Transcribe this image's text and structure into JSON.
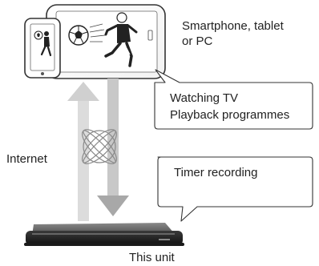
{
  "devices_label": {
    "line1": "Smartphone, tablet",
    "line2": "or PC"
  },
  "bubble_watch": {
    "line1": "Watching TV",
    "line2": "Playback programmes"
  },
  "bubble_timer": {
    "text": "Timer recording"
  },
  "internet_label": "Internet",
  "unit_label": "This unit",
  "colors": {
    "arrow_fill": "#d8d8d8",
    "arrow_dark": "#b4b4b4",
    "device_outline": "#333333",
    "recorder_body": "#2b2b2b",
    "recorder_top": "#555555"
  }
}
